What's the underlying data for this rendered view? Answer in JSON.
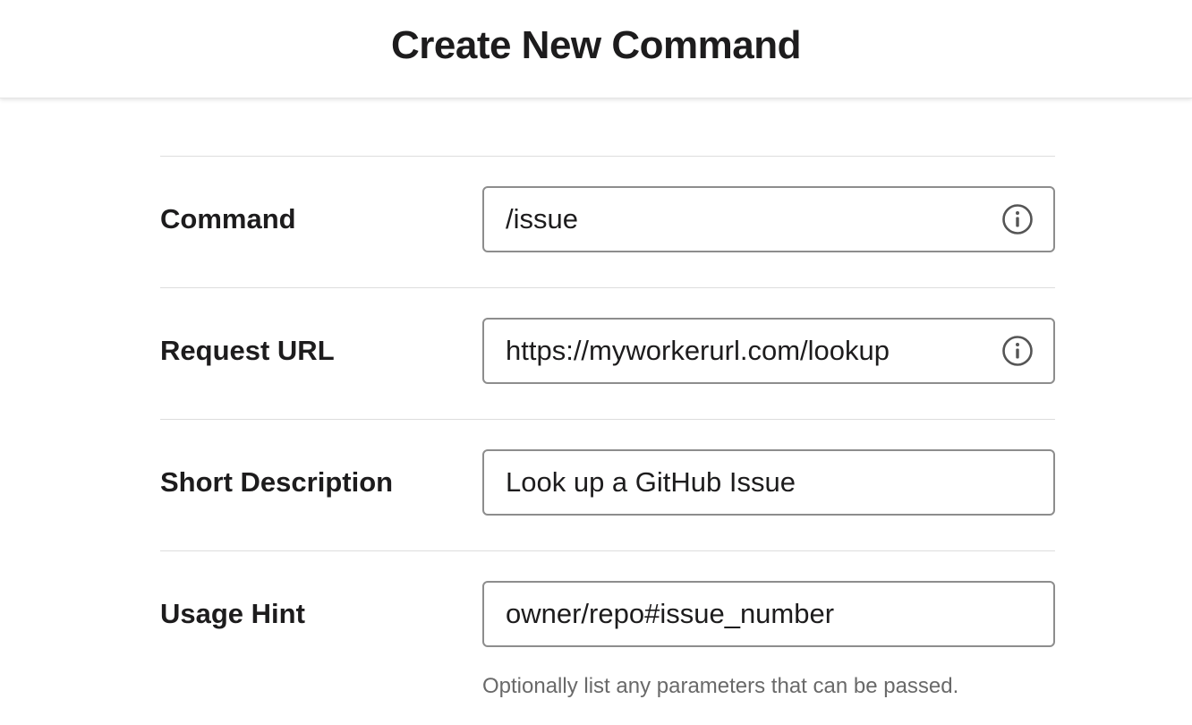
{
  "header": {
    "title": "Create New Command"
  },
  "form": {
    "fields": [
      {
        "label": "Command",
        "value": "/issue",
        "has_info_icon": true
      },
      {
        "label": "Request URL",
        "value": "https://myworkerurl.com/lookup",
        "has_info_icon": true
      },
      {
        "label": "Short Description",
        "value": "Look up a GitHub Issue",
        "has_info_icon": false
      },
      {
        "label": "Usage Hint",
        "value": "owner/repo#issue_number",
        "has_info_icon": false,
        "help_text": "Optionally list any parameters that can be passed."
      }
    ]
  },
  "icons": {
    "info": "info-circle-icon"
  },
  "colors": {
    "text": "#1d1c1d",
    "border": "#8d8d8d",
    "divider": "#dddddd",
    "muted": "#696969"
  }
}
